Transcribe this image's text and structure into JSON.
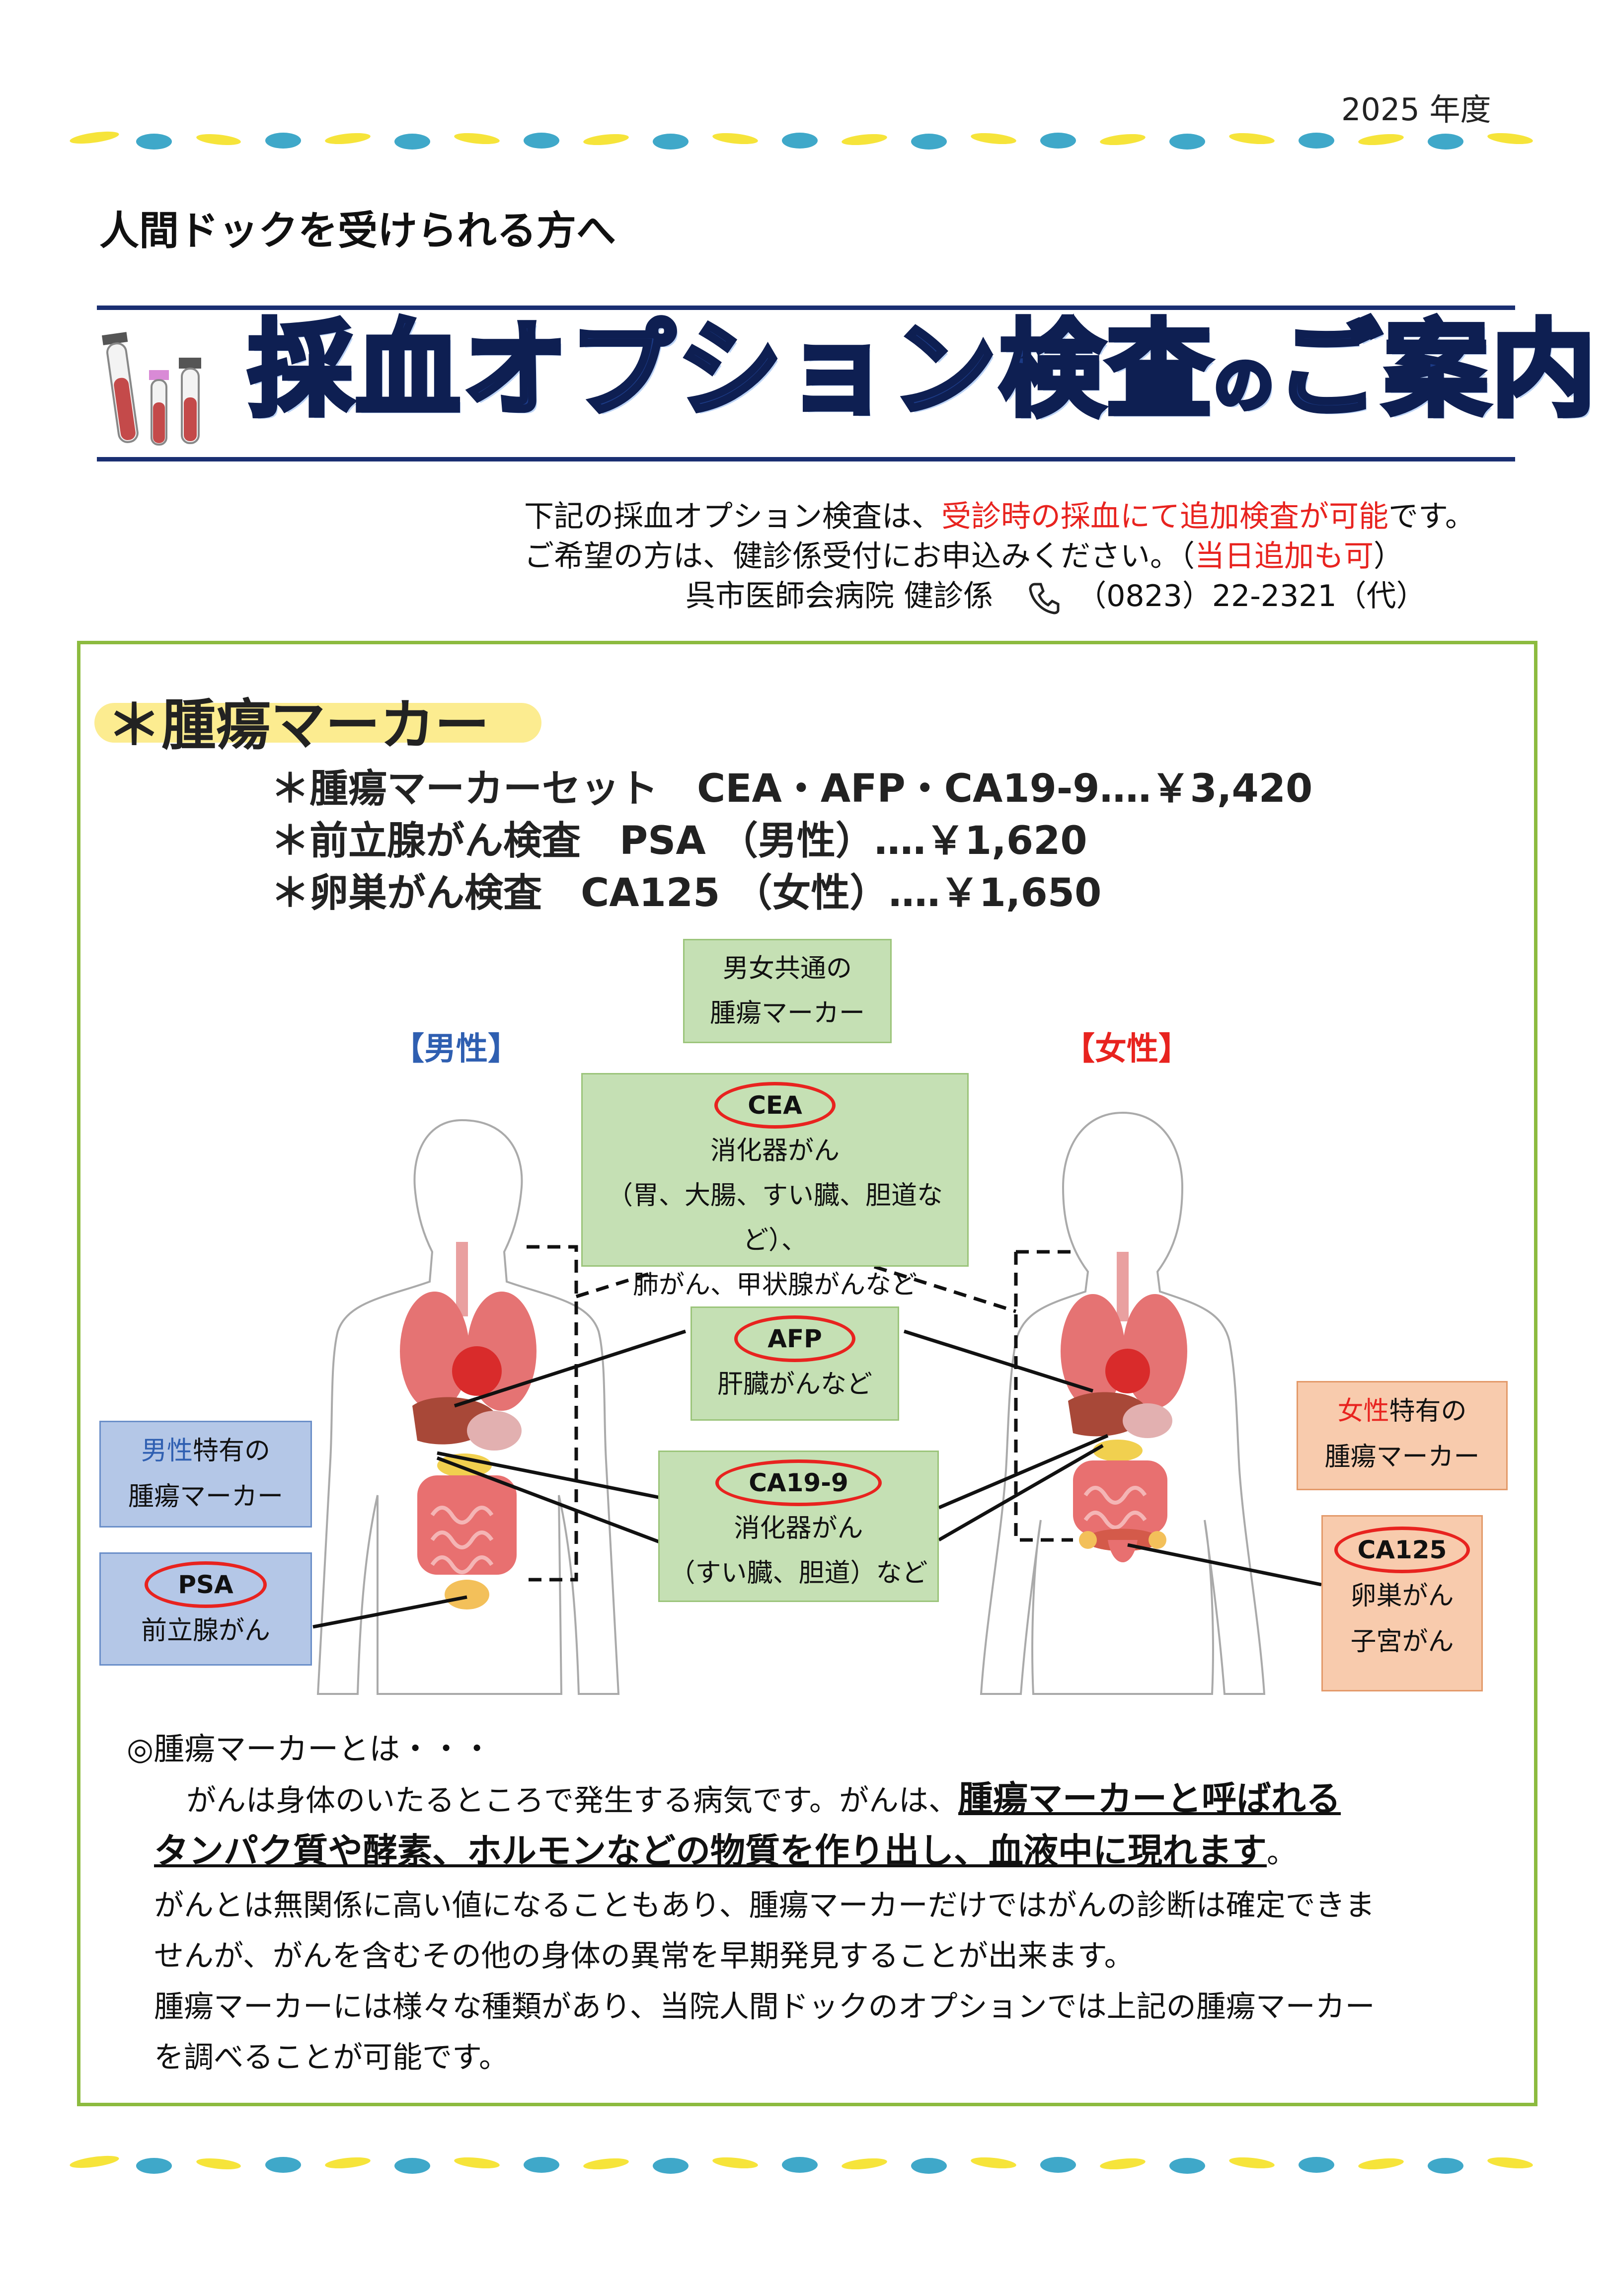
{
  "header": {
    "year": "2025 年度",
    "intro": "人間ドックを受けられる方へ",
    "title_a": "採血オプション検査",
    "title_no": "の",
    "title_b": "ご案内"
  },
  "description": {
    "line1_pre": "下記の採血オプション検査は、",
    "line1_red": "受診時の採血にて追加検査が可能",
    "line1_post": "です。",
    "line2_pre": "ご希望の方は、健診係受付にお申込みください。（",
    "line2_red": "当日追加も可",
    "line2_post": "）",
    "contact_name": "呉市医師会病院 健診係",
    "contact_phone": "（0823）22-2321（代）"
  },
  "section": {
    "title": "＊腫瘍マーカー",
    "prices": [
      "＊腫瘍マーカーセット　CEA・AFP・CA19-9‥‥￥3,420",
      "＊前立腺がん検査　PSA （男性）‥‥￥1,620",
      "＊卵巣がん検査　CA125 （女性）‥‥￥1,650"
    ]
  },
  "diagram": {
    "common_label_1": "男女共通の",
    "common_label_2": "腫瘍マーカー",
    "male_label": "【男性】",
    "female_label": "【女性】",
    "cea": {
      "name": "CEA",
      "l1": "消化器がん",
      "l2": "（胃、大腸、すい臓、胆道など）、",
      "l3": "肺がん、甲状腺がんなど"
    },
    "afp": {
      "name": "AFP",
      "l1": "肝臓がんなど"
    },
    "ca199": {
      "name": "CA19-9",
      "l1": "消化器がん",
      "l2": "（すい臓、胆道）など"
    },
    "male_specific_a": "男性",
    "male_specific_b": "特有の",
    "male_specific_c": "腫瘍マーカー",
    "psa": {
      "name": "PSA",
      "l1": "前立腺がん"
    },
    "female_specific_a": "女性",
    "female_specific_b": "特有の",
    "female_specific_c": "腫瘍マーカー",
    "ca125": {
      "name": "CA125",
      "l1": "卵巣がん",
      "l2": "子宮がん"
    }
  },
  "explanation": {
    "heading": "◎腫瘍マーカーとは・・・",
    "p1_pre": "がんは身体のいたるところで発生する病気です。がんは、",
    "p1_u1": "腫瘍マーカーと呼ばれる",
    "p1_u2": "タンパク質や酵素、ホルモンなどの物質を作り出し、血液中に現れます",
    "p1_end": "。",
    "p2a": "がんとは無関係に高い値になることもあり、腫瘍マーカーだけではがんの診断は確定できま",
    "p2b": "せんが、がんを含むその他の身体の異常を早期発見することが出来ます。",
    "p3a": "腫瘍マーカーには様々な種類があり、当院人間ドックのオプションでは上記の腫瘍マーカー",
    "p3b": "を調べることが可能です。"
  }
}
